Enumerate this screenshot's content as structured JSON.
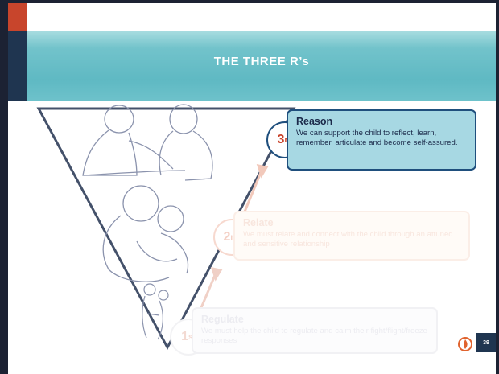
{
  "slide": {
    "title": "THE THREE R’s",
    "page_number": "39"
  },
  "steps": [
    {
      "badge_num": "3",
      "badge_sup": "rd",
      "title": "Reason",
      "text": "We can support the child to reflect, learn, remember, articulate and become self-assured."
    },
    {
      "badge_num": "2",
      "badge_sup": "nd",
      "title": "Relate",
      "text": "We must relate and connect with the child through an attuned and sensitive relationship"
    },
    {
      "badge_num": "1",
      "badge_sup": "st",
      "title": "Regulate",
      "text": "We must help the child to regulate and calm their fight/flight/freeze responses"
    }
  ],
  "colors": {
    "title_bar": "#5fb9c3",
    "navy": "#1f3550",
    "accent_red": "#c8452c",
    "reason_card": "#a7d8e3"
  },
  "icons": {
    "logo": "flame-circle-logo",
    "arrows": "up-right-arrow"
  }
}
